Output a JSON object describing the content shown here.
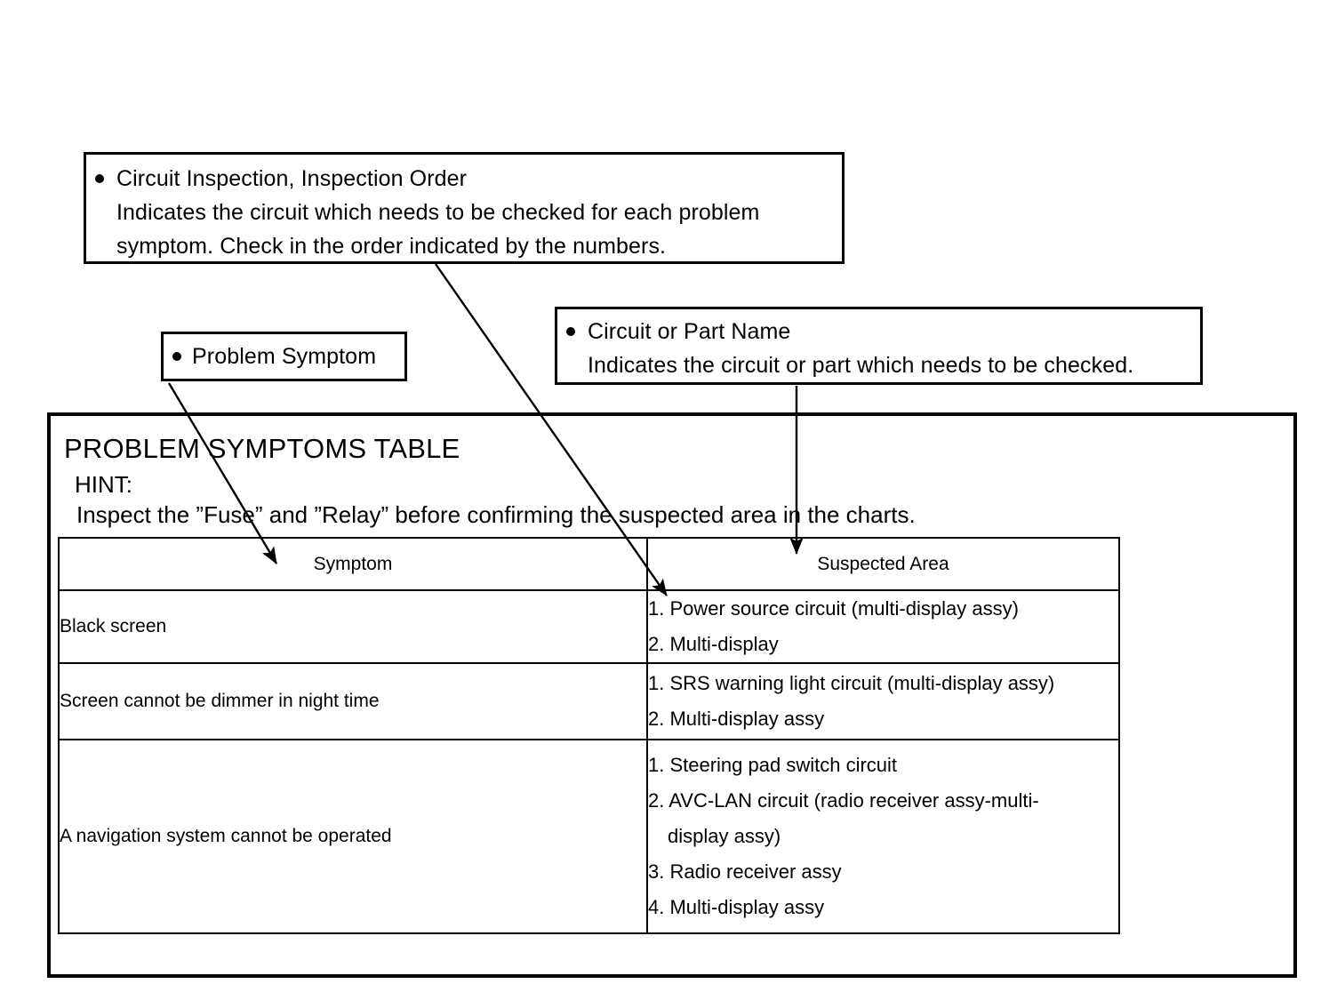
{
  "callouts": [
    {
      "id": "circuit-inspection",
      "bullet_title": "Circuit Inspection, Inspection Order",
      "line2": "Indicates the circuit which needs to be checked for each problem",
      "line3": "symptom. Check in the order indicated by the numbers."
    },
    {
      "id": "problem-symptom",
      "bullet_title": "Problem Symptom"
    },
    {
      "id": "circuit-or-part",
      "bullet_title": "Circuit or Part Name",
      "line2": "Indicates the circuit or part which needs to be checked."
    }
  ],
  "panel": {
    "title": "PROBLEM SYMPTOMS TABLE",
    "hint_label": "HINT:",
    "hint_text": "Inspect the ”Fuse” and ”Relay” before confirming the suspected area in the charts."
  },
  "table": {
    "headers": {
      "symptom": "Symptom",
      "suspected_area": "Suspected Area"
    },
    "rows": [
      {
        "symptom": "Black screen",
        "suspected_area": [
          {
            "text": "1. Power source circuit (multi-display assy)",
            "continuation": false
          },
          {
            "text": "2. Multi-display",
            "continuation": false
          }
        ]
      },
      {
        "symptom": "Screen cannot be dimmer in night time",
        "suspected_area": [
          {
            "text": "1. SRS warning light circuit (multi-display assy)",
            "continuation": false
          },
          {
            "text": "2. Multi-display assy",
            "continuation": false
          }
        ]
      },
      {
        "symptom": "A navigation system cannot be operated",
        "suspected_area": [
          {
            "text": "1. Steering pad switch circuit",
            "continuation": false
          },
          {
            "text": "2. AVC-LAN circuit (radio receiver assy-multi-",
            "continuation": false
          },
          {
            "text": "display assy)",
            "continuation": true
          },
          {
            "text": "3. Radio receiver assy",
            "continuation": false
          },
          {
            "text": "4. Multi-display assy",
            "continuation": false
          }
        ]
      }
    ]
  },
  "colors": {
    "ink": "#000000",
    "paper": "#ffffff"
  }
}
